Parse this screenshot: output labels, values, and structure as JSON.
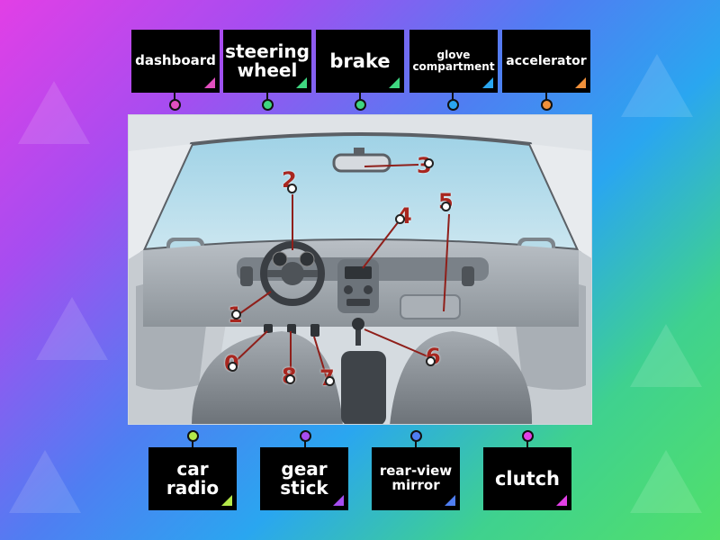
{
  "top_tiles": [
    {
      "label": "dashboard",
      "corner": "#e24fbf"
    },
    {
      "label": "steering wheel",
      "corner": "#3fd680"
    },
    {
      "label": "brake",
      "corner": "#3fd680"
    },
    {
      "label": "glove compartment",
      "corner": "#2aa6f0"
    },
    {
      "label": "accelerator",
      "corner": "#f0903a"
    }
  ],
  "bottom_tiles": [
    {
      "label": "car radio",
      "corner": "#b4e84a"
    },
    {
      "label": "gear stick",
      "corner": "#a64df0"
    },
    {
      "label": "rear-view mirror",
      "corner": "#4f7ef2"
    },
    {
      "label": "clutch",
      "corner": "#e23fe6"
    }
  ],
  "pin_colors": {
    "top": [
      "#e24fbf",
      "#3fd680",
      "#3fd680",
      "#2aa6f0",
      "#f0903a"
    ],
    "bottom": [
      "#b4e84a",
      "#a64df0",
      "#4f7ef2",
      "#e23fe6"
    ]
  },
  "markers": [
    "3",
    "2",
    "4",
    "5",
    "1",
    "6",
    "0",
    "8",
    "7"
  ],
  "marker_color": "#a8261f"
}
